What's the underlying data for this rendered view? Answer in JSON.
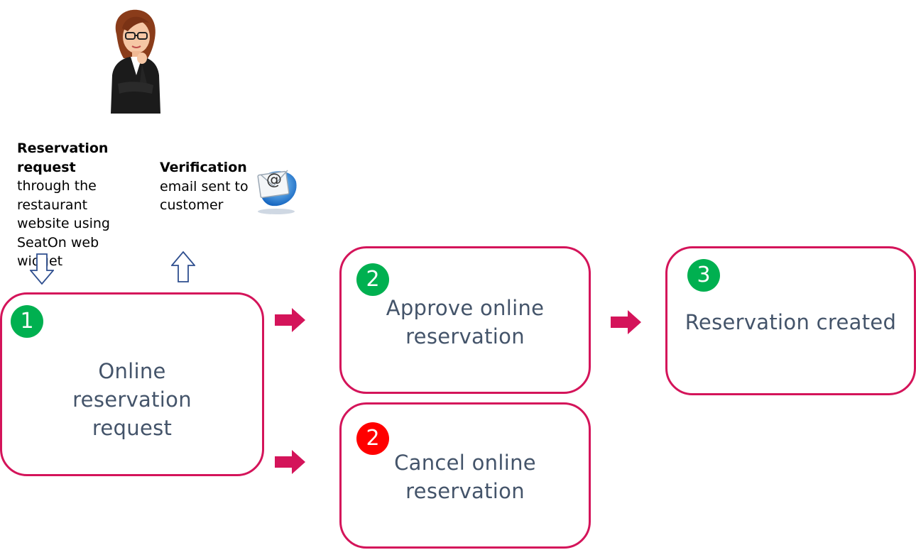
{
  "colors": {
    "box_border": "#d4145a",
    "box_text": "#44546a",
    "badge_green": "#00b050",
    "badge_red": "#ff0000",
    "flow_arrow": "#d4145a",
    "hollow_arrow": "#2f4f8f"
  },
  "icons": {
    "person": "businesswoman-icon",
    "email": "email-at-envelope-icon"
  },
  "notes": {
    "request": {
      "bold": "Reservation request",
      "rest": " through the restaurant website using SeatOn web widget"
    },
    "verification": {
      "bold": "Verification",
      "rest": " email sent to customer"
    }
  },
  "steps": {
    "request": {
      "badge": "1",
      "label": "Online reservation request"
    },
    "approve": {
      "badge": "2",
      "label": "Approve online reservation"
    },
    "cancel": {
      "badge": "2",
      "label": "Cancel online reservation"
    },
    "created": {
      "badge": "3",
      "label": "Reservation created"
    }
  }
}
